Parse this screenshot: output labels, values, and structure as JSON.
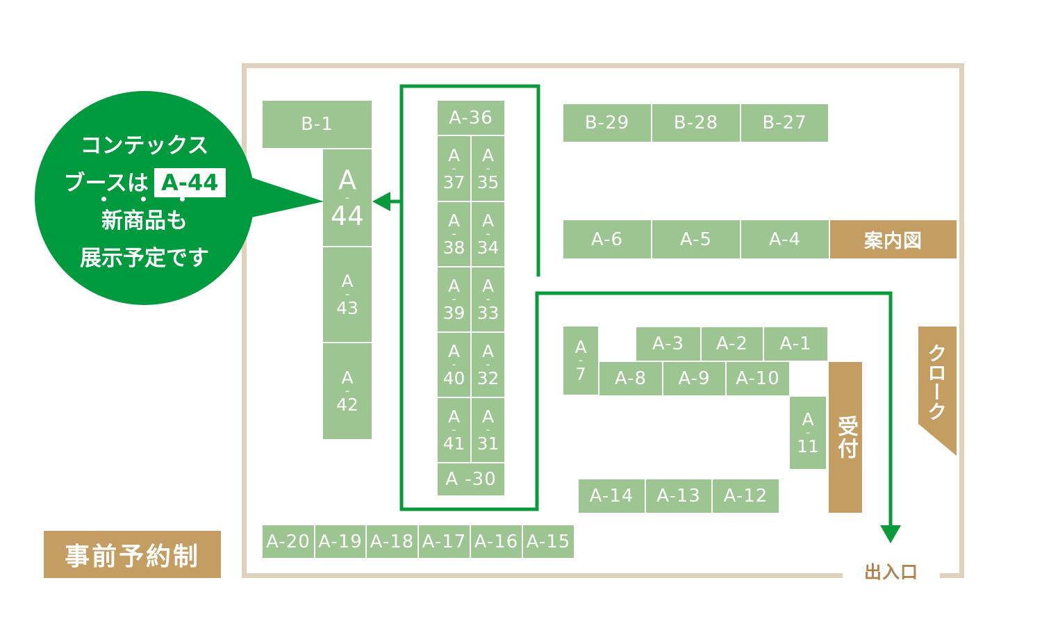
{
  "callout": {
    "line1": "コンテックス",
    "line2_prefix": "ブースは",
    "highlight": "A-44",
    "line3": "新商品も",
    "line4": "展示予定です"
  },
  "reservation_badge": "事前予約制",
  "entrance_label": "出入口",
  "cloak_label": "クローク",
  "info_map_label": "案内図",
  "reception_label": "受付",
  "booths": {
    "b1": "B-1",
    "b29": "B-29",
    "b28": "B-28",
    "b27": "B-27",
    "a6": "A-6",
    "a5": "A-5",
    "a4": "A-4",
    "a3": "A-3",
    "a2": "A-2",
    "a1": "A-1",
    "a8": "A-8",
    "a9": "A-9",
    "a10": "A-10",
    "a14": "A-14",
    "a13": "A-13",
    "a12": "A-12",
    "a20": "A-20",
    "a19": "A-19",
    "a18": "A-18",
    "a17": "A-17",
    "a16": "A-16",
    "a15": "A-15",
    "a36": "A-36",
    "a30": "A -30"
  },
  "vbooths": {
    "a44": {
      "letter": "A",
      "dash": "-",
      "num": "44"
    },
    "a43": {
      "letter": "A",
      "dash": "-",
      "num": "43"
    },
    "a42": {
      "letter": "A",
      "dash": "-",
      "num": "42"
    },
    "a37": {
      "letter": "A",
      "dash": "-",
      "num": "37"
    },
    "a35": {
      "letter": "A",
      "dash": "-",
      "num": "35"
    },
    "a38": {
      "letter": "A",
      "dash": "-",
      "num": "38"
    },
    "a34": {
      "letter": "A",
      "dash": "-",
      "num": "34"
    },
    "a39": {
      "letter": "A",
      "dash": "-",
      "num": "39"
    },
    "a33": {
      "letter": "A",
      "dash": "-",
      "num": "33"
    },
    "a40": {
      "letter": "A",
      "dash": "-",
      "num": "40"
    },
    "a32": {
      "letter": "A",
      "dash": "-",
      "num": "32"
    },
    "a41": {
      "letter": "A",
      "dash": "-",
      "num": "41"
    },
    "a31": {
      "letter": "A",
      "dash": "-",
      "num": "31"
    },
    "a7": {
      "letter": "A",
      "dash": "-",
      "num": "7"
    },
    "a11": {
      "letter": "A",
      "dash": "-",
      "num": "11"
    }
  },
  "colors": {
    "booth_green": "#9dc592",
    "accent_gold": "#c49d63",
    "callout_green": "#009a3e",
    "route_green": "#0b9a3b",
    "wall_beige": "#ded2ba"
  }
}
